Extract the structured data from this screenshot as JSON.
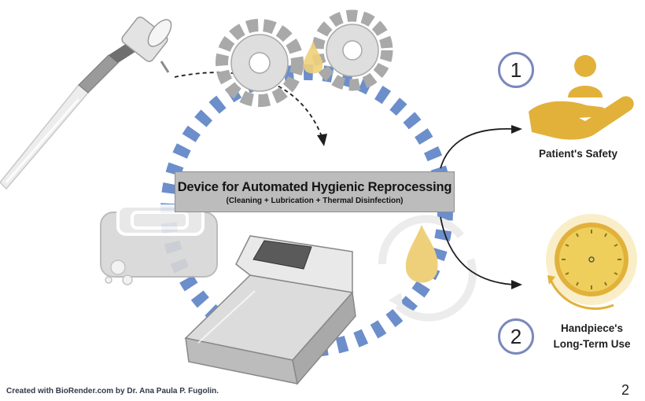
{
  "title": {
    "main": "Device for Automated Hygienic Reprocessing",
    "sub": "(Cleaning + Lubrication + Thermal Disinfection)"
  },
  "outcomes": [
    {
      "number": "1",
      "label": "Patient's Safety"
    },
    {
      "number": "2",
      "label_line1": "Handpiece's",
      "label_line2": "Long-Term Use"
    }
  ],
  "credit": "Created with BioRender.com by Dr. Ana Paula P. Fugolin.",
  "page_number": "2",
  "colors": {
    "ring_dash": "#6c8ecb",
    "gold": "#e2b13a",
    "number_ring": "#7b88bd",
    "title_box": "#bcbcbc"
  },
  "icons": [
    "dental-handpiece-icon",
    "gears-icon",
    "oil-drop-icon",
    "ultrasonic-bath-icon",
    "reprocessing-device-icon",
    "cycle-arrows-icon",
    "hand-with-person-icon",
    "clock-icon"
  ]
}
